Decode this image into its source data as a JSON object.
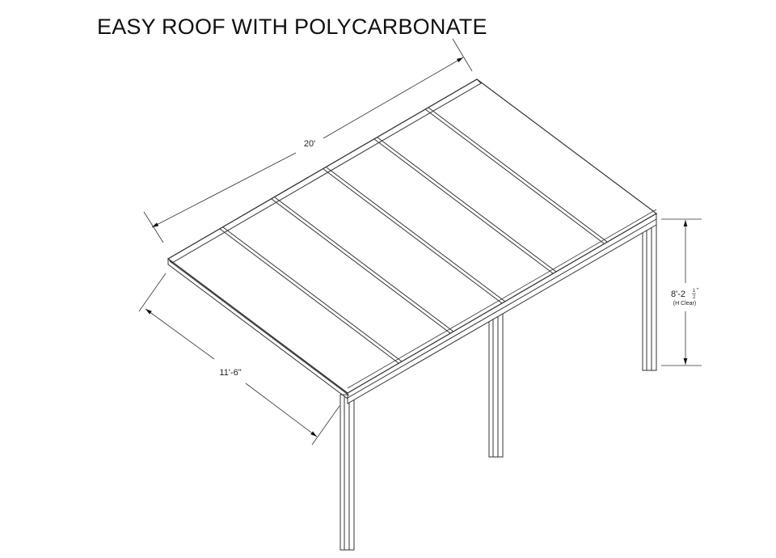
{
  "title": "EASY ROOF WITH POLYCARBONATE",
  "dimensions": {
    "length": "20'",
    "depth": "11'-6\"",
    "height_main": "8'-2",
    "height_fraction_num": "1",
    "height_fraction_den": "2",
    "height_inch_mark": "\"",
    "height_note": "(H Clear)"
  },
  "colors": {
    "line": "#333333",
    "background": "#ffffff"
  }
}
